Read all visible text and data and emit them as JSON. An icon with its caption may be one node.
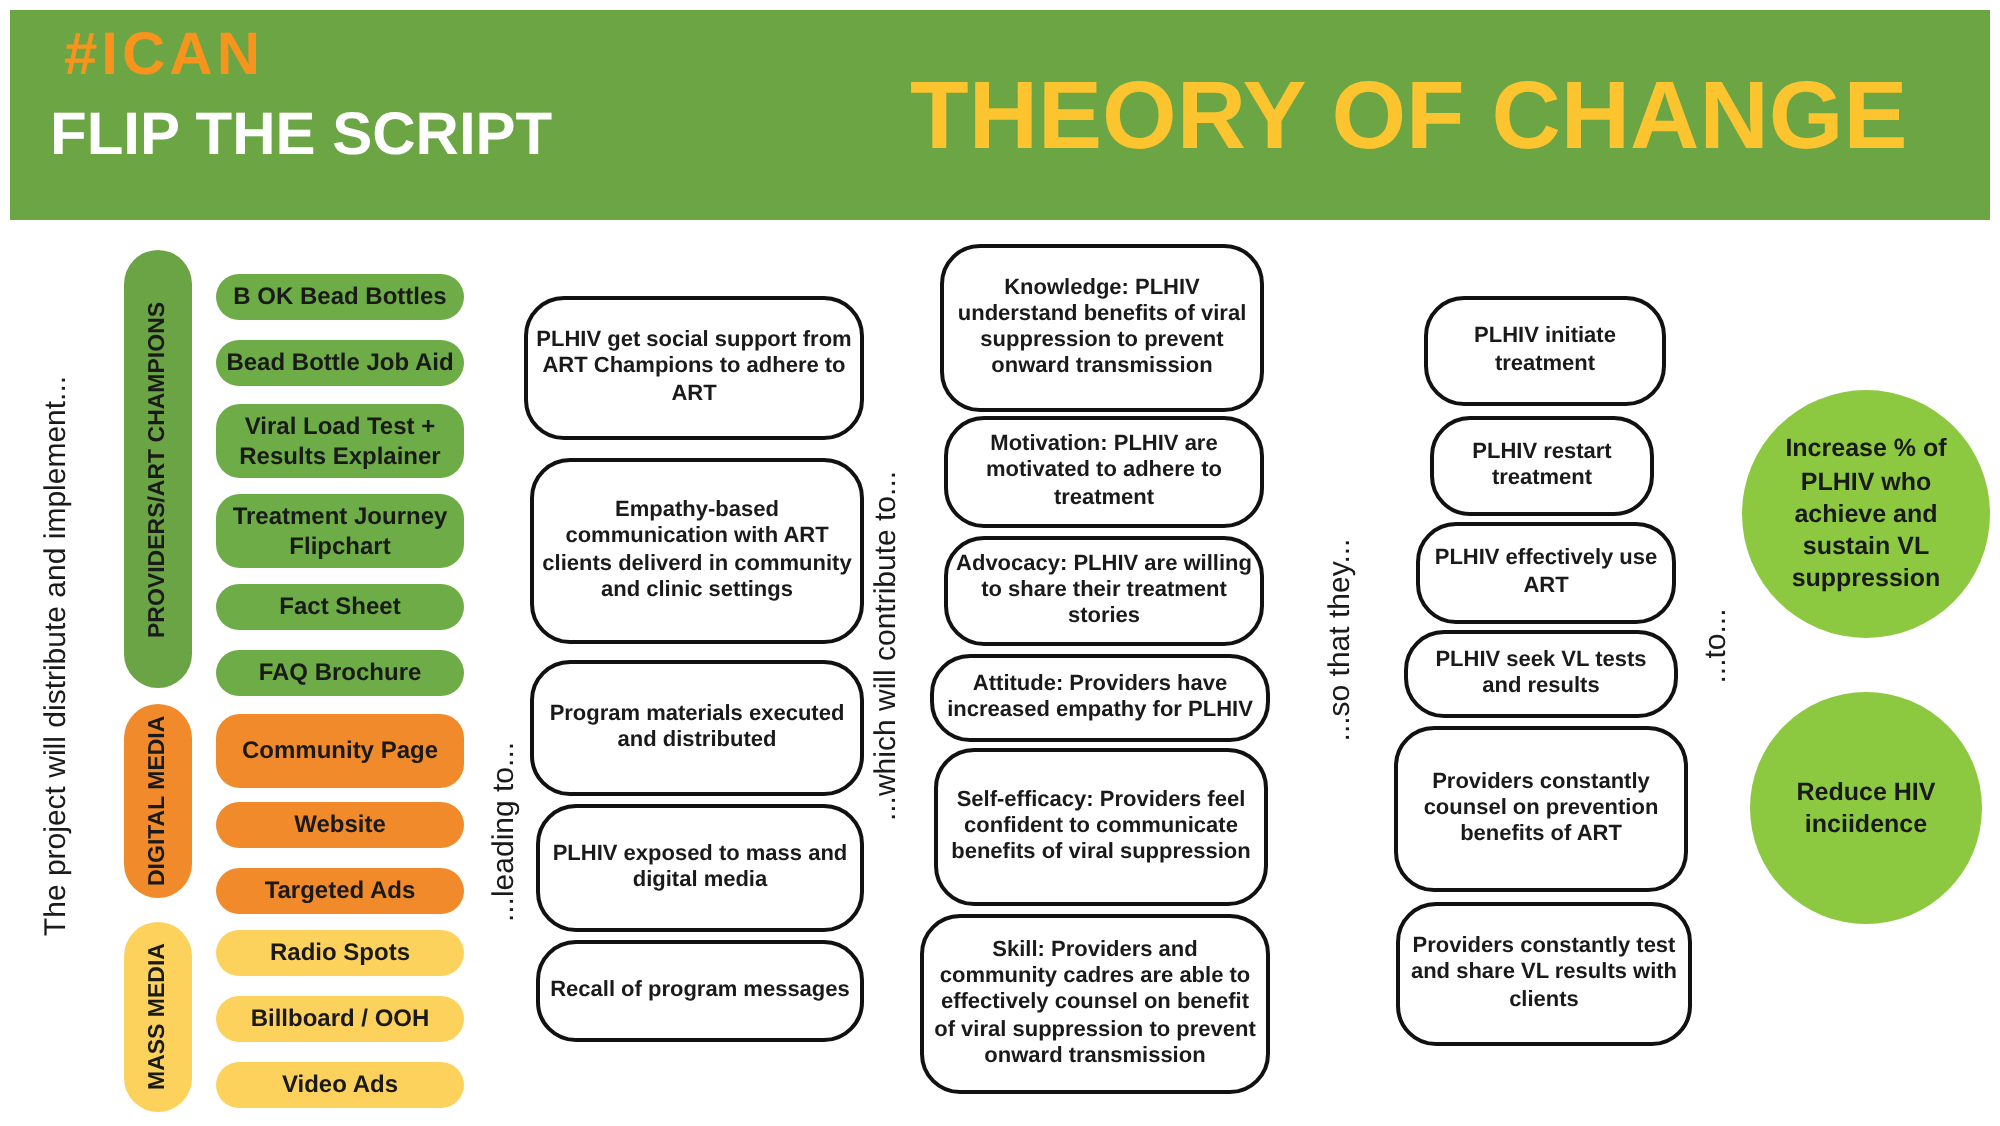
{
  "diagram": {
    "title": "THEORY OF CHANGE",
    "nodes": [
      {
        "text": [
          "PROVIDERS/ART CHAMPIONS"
        ]
      },
      {
        "text": [
          "B OK Bead Bottles"
        ]
      },
      {
        "text": [
          "Bead Bottle Job Aid"
        ]
      },
      {
        "text": [
          "Viral Load Test + Results Explainer"
        ]
      },
      {
        "text": [
          "Treatment Journey Flipchart"
        ]
      },
      {
        "text": [
          "Fact Sheet"
        ]
      },
      {
        "text": [
          "FAQ Brochure"
        ]
      },
      {
        "text": [
          "DIGITAL MEDIA"
        ]
      },
      {
        "text": [
          "Community Page"
        ]
      },
      {
        "text": [
          "Website"
        ]
      },
      {
        "text": [
          "Targeted Ads"
        ]
      },
      {
        "text": [
          "MASS MEDIA"
        ]
      },
      {
        "text": [
          "Radio Spots"
        ]
      },
      {
        "text": [
          "Billboard / OOH"
        ]
      },
      {
        "text": [
          "Video Ads"
        ]
      },
      {
        "text": [
          "PLHIV get social support from ART Champions to adhere to ART"
        ]
      },
      {
        "text": [
          "Empathy-based communication with ART clients deliverd in community and clinic settings"
        ]
      },
      {
        "text": [
          "Program materials executed and distributed"
        ]
      },
      {
        "text": [
          "PLHIV exposed to mass and digital media"
        ]
      },
      {
        "text": [
          "Recall of program messages"
        ]
      },
      {
        "text": [
          "Knowledge: PLHIV understand benefits of viral suppression to prevent onward transmission"
        ]
      },
      {
        "text": [
          "Motivation: PLHIV are motivated to adhere to treatment"
        ]
      },
      {
        "text": [
          "Advocacy: PLHIV are willing to share their treatment stories"
        ]
      },
      {
        "text": [
          "Attitude: Providers have increased empathy for PLHIV"
        ]
      },
      {
        "text": [
          "Self-efficacy: Providers feel confident to communicate benefits of viral suppression"
        ]
      },
      {
        "text": [
          "Skill: Providers and community cadres are able to effectively counsel on benefit of viral suppression to prevent onward transmission"
        ]
      },
      {
        "text": [
          "PLHIV initiate treatment"
        ]
      },
      {
        "text": [
          "PLHIV restart treatment"
        ]
      },
      {
        "text": [
          "PLHIV effectively use ART"
        ]
      },
      {
        "text": [
          "PLHIV seek VL tests and results"
        ]
      },
      {
        "text": [
          "Providers constantly counsel on prevention benefits of ART"
        ]
      },
      {
        "text": [
          "Providers constantly test and share VL results with clients"
        ]
      },
      {
        "text": [
          "Increase % of PLHIV who achieve and sustain VL suppression"
        ]
      },
      {
        "text": [
          "Reduce HIV inciidence"
        ]
      }
    ],
    "labels": [
      "#ICAN",
      "FLIP THE SCRIPT",
      "The project will distribute and implement...",
      "...leading to...",
      "...which will contribute to...",
      "...so that they...",
      "...to..."
    ]
  }
}
